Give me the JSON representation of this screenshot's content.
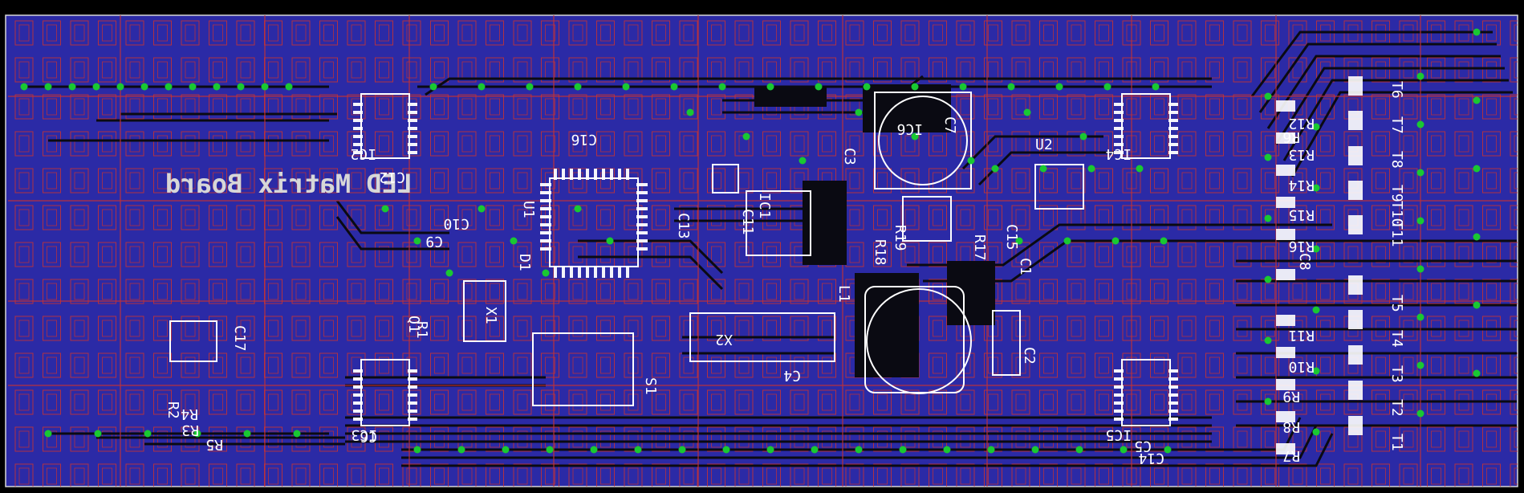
{
  "board": {
    "title": "LED Matrix Board",
    "colors": {
      "background": "#000000",
      "copper_bottom": "#2b2aa6",
      "trace_bottom": "#0a0a12",
      "trace_top": "#c83232",
      "via": "#19c832",
      "silkscreen": "#ffffff",
      "outline": "#d7d7d7"
    },
    "labels": {
      "c1": "C1",
      "c2": "C2",
      "c3": "C3",
      "c4": "C4",
      "c5": "C5",
      "c6": "C6",
      "c7": "C7",
      "c8": "C8",
      "c9": "C9",
      "c10": "C10",
      "c11": "C11",
      "c12": "C12",
      "c13": "C13",
      "c14": "C14",
      "c15": "C15",
      "c16": "C16",
      "c17": "C17",
      "r1": "R1",
      "r2": "R2",
      "r3": "R3",
      "r4": "R4",
      "r5": "R5",
      "r6": "R6",
      "r7": "R7",
      "r8": "R8",
      "r9": "R9",
      "r10": "R10",
      "r11": "R11",
      "r12": "R12",
      "r13": "R13",
      "r14": "R14",
      "r15": "R15",
      "r16": "R16",
      "r17": "R17",
      "r18": "R18",
      "r19": "R19",
      "t1": "T1",
      "t2": "T2",
      "t3": "T3",
      "t4": "T4",
      "t5": "T5",
      "t6": "T6",
      "t7": "T7",
      "t8": "T8",
      "t9": "T9",
      "t10": "T10",
      "t11": "T11",
      "ic1": "IC1",
      "ic2": "IC2",
      "ic3": "IC3",
      "ic4": "IC4",
      "ic5": "IC5",
      "ic6": "IC6",
      "u1": "U1",
      "u2": "U2",
      "x1": "X1",
      "x2": "X2",
      "d1": "D1",
      "l1": "L1",
      "s1": "S1",
      "q1": "Q1"
    }
  }
}
